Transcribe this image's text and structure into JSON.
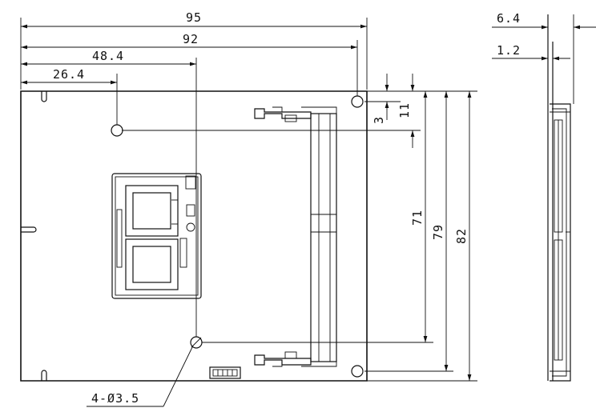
{
  "dimensions": {
    "width_95": "95",
    "width_92": "92",
    "width_48_4": "48.4",
    "width_26_4": "26.4",
    "height_3": "3",
    "height_11": "11",
    "height_71": "71",
    "height_79": "79",
    "height_82": "82",
    "thickness_6_4": "6.4",
    "thickness_1_2": "1.2",
    "hole_callout": "4-Ø3.5"
  }
}
